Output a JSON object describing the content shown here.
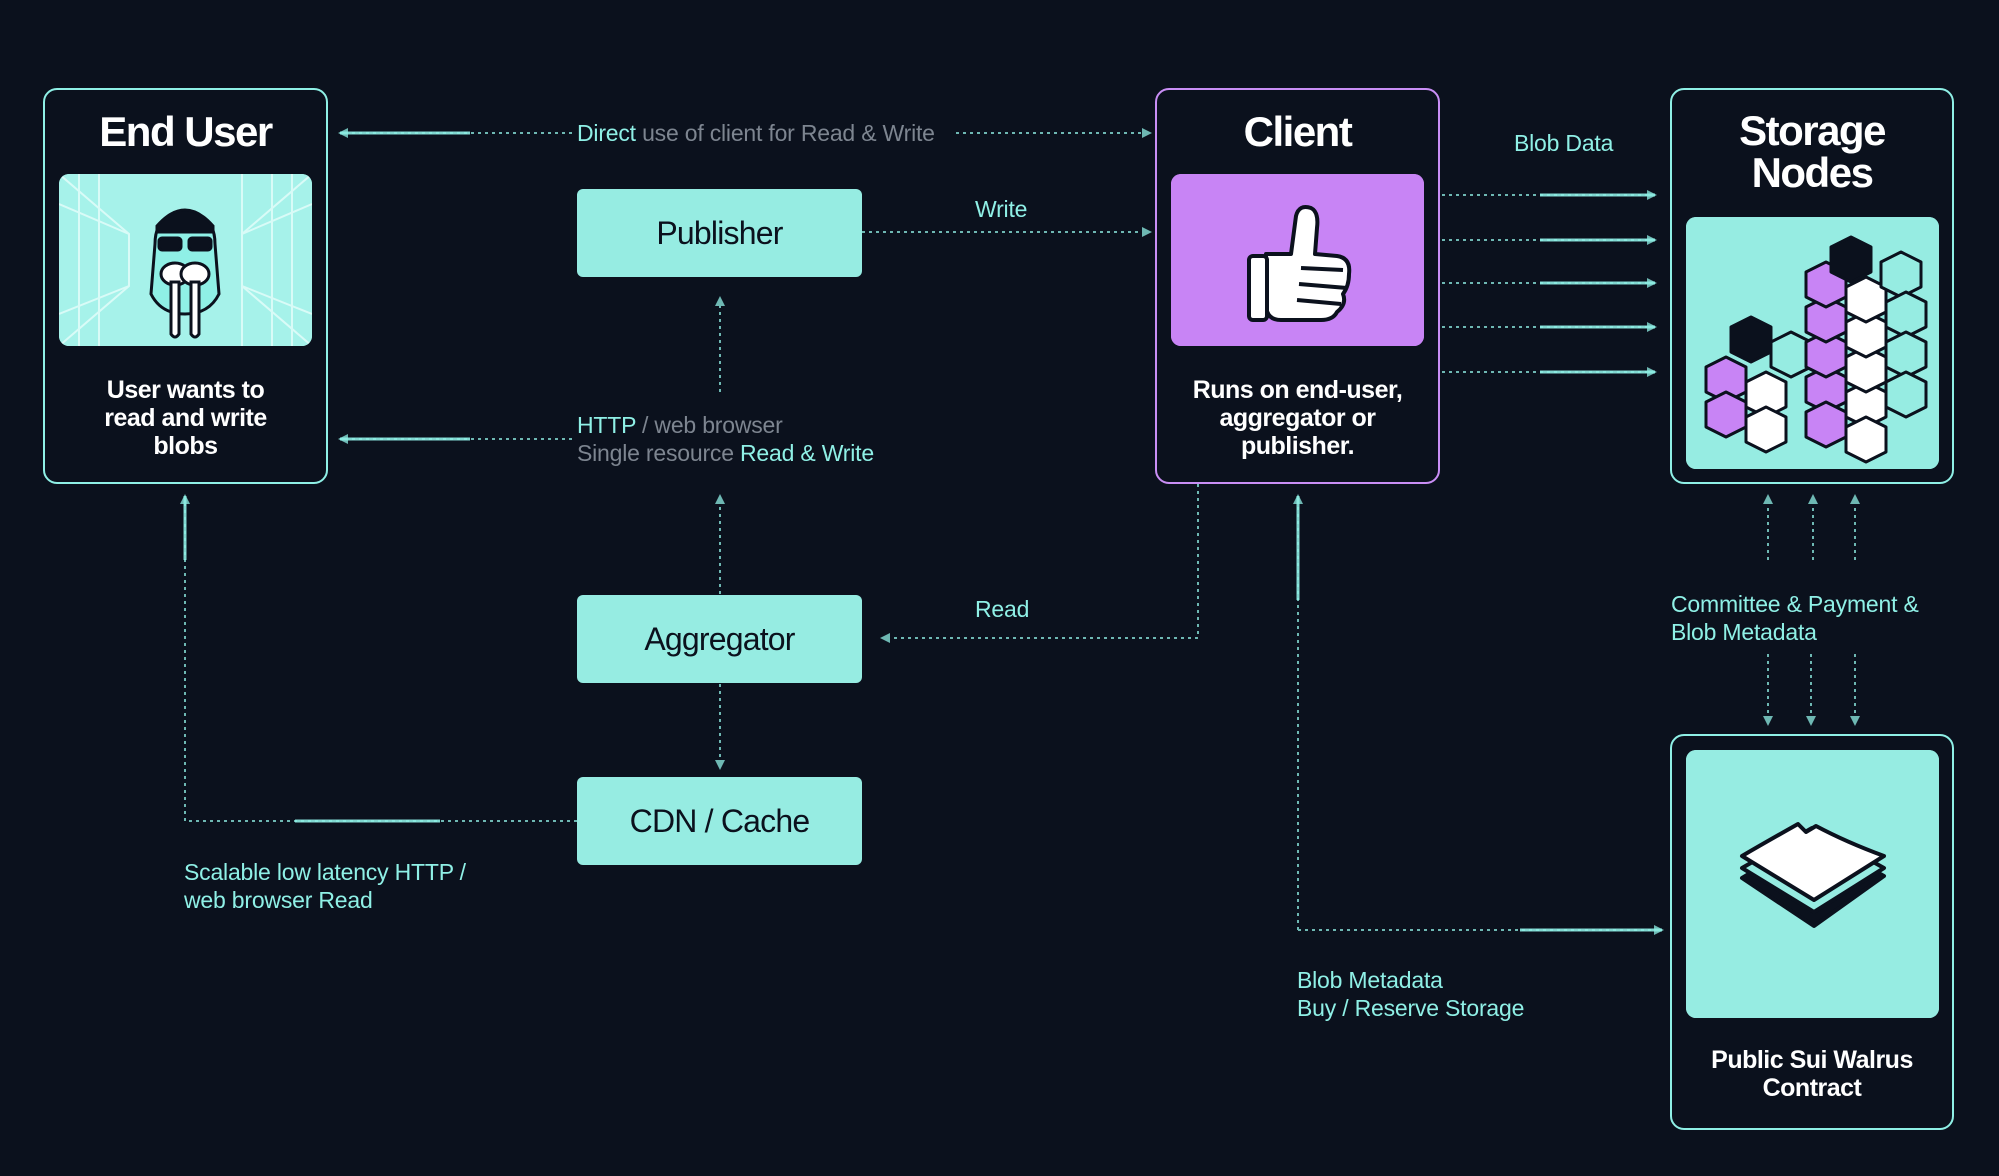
{
  "nodes": {
    "end_user": {
      "title": "End User",
      "caption_lines": [
        "User wants to",
        "read and write",
        "blobs"
      ]
    },
    "client": {
      "title": "Client",
      "caption_lines": [
        "Runs on end-user,",
        "aggregator or",
        "publisher."
      ]
    },
    "storage_nodes": {
      "title_lines": [
        "Storage",
        "Nodes"
      ]
    },
    "contract": {
      "caption_lines": [
        "Public Sui Walrus",
        "Contract"
      ]
    },
    "publisher": {
      "label": "Publisher"
    },
    "aggregator": {
      "label": "Aggregator"
    },
    "cdn": {
      "label": "CDN / Cache"
    }
  },
  "edges": {
    "direct": {
      "highlight": "Direct",
      "rest": " use of client for Read & Write"
    },
    "write": "Write",
    "read": "Read",
    "blob_data": "Blob Data",
    "http": {
      "line1": "HTTP",
      "line1_rest": " / web browser",
      "line2": "Single resource ",
      "line2_rest": "Read & Write"
    },
    "scalable": [
      "Scalable low latency HTTP /",
      "web browser Read"
    ],
    "committee": [
      "Committee & Payment &",
      "Blob Metadata"
    ],
    "blob_metadata": [
      "Blob Metadata",
      "Buy / Reserve Storage"
    ]
  },
  "colors": {
    "background": "#0b111d",
    "accent": "#8ff0e6",
    "tile": "#96ece2",
    "client_accent": "#c884f5",
    "text_dim": "#7d8590"
  },
  "icons": {
    "end_user": "walrus-with-sunglasses-icon",
    "client": "thumbs-up-hand-icon",
    "storage": "stacked-cubes-icon",
    "contract": "paper-sheets-icon"
  }
}
